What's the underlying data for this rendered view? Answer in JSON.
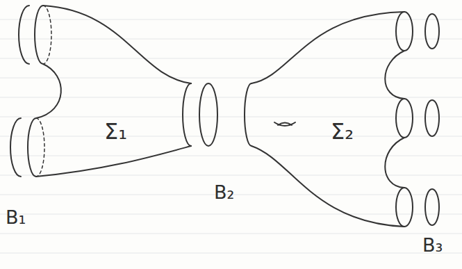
{
  "diagram": {
    "labels": [
      "Σ₁",
      "Σ₂",
      "B₁",
      "B₂",
      "B₃"
    ]
  }
}
